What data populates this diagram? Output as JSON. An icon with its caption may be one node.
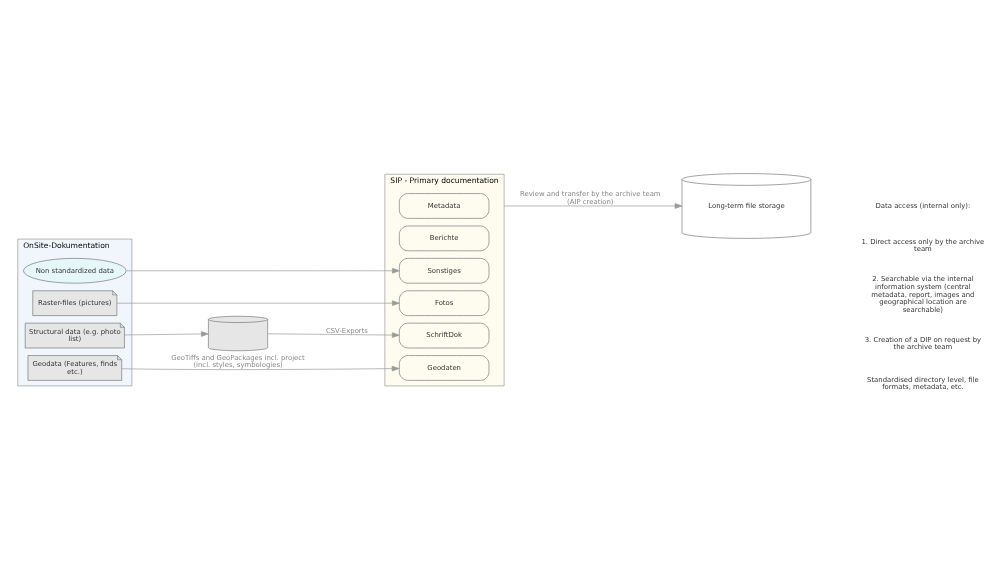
{
  "diagram": {
    "nodes": [
      {
        "text": [
          "OnSite-Dokumentation"
        ]
      },
      {
        "text": [
          "Non standardized data"
        ],
        "in": 0
      },
      {
        "text": [
          "Raster-files (pictures)"
        ],
        "in": 0
      },
      {
        "text": [
          "Structural data (e.g. photo list)"
        ],
        "in": 0
      },
      {
        "text": [
          "Geodata (Features, finds etc.)"
        ],
        "in": 0
      },
      {
        "text": [
          "Long-term file storage"
        ]
      },
      {
        "text": [],
        "shape": "cylinder"
      },
      {
        "text": [
          "SIP - Primary documentation"
        ]
      },
      {
        "text": [
          "Metadata"
        ],
        "in": 7
      },
      {
        "text": [
          "Berichte"
        ],
        "in": 7
      },
      {
        "text": [
          "Fotos"
        ],
        "in": 7
      },
      {
        "text": [
          "Geodaten"
        ],
        "in": 7
      },
      {
        "text": [
          "SchriftDok"
        ],
        "in": 7
      },
      {
        "text": [
          "Sonstiges"
        ],
        "in": 7
      }
    ],
    "edges": [
      {
        "from": 2,
        "to": 10,
        "arrow": "to"
      },
      {
        "from": 4,
        "to": 11,
        "label": "GeoTiffs and GeoPackages incl. project (incl. styles, symbologies)",
        "arrow": "to"
      },
      {
        "from": 3,
        "to": 6,
        "arrow": "to"
      },
      {
        "from": 6,
        "to": 12,
        "label": "CSV-Exports",
        "arrow": "to"
      },
      {
        "from": 1,
        "to": 13,
        "arrow": "to"
      },
      {
        "from": 7,
        "to": 5,
        "label": "Review and transfer by the archive team (AIP creation)",
        "arrow": "to"
      }
    ],
    "labels": [
      "Data access (internal only):",
      "1. Direct access only by the archive team",
      "2. Searchable via the internal information system (central metadata, report, images and geographical location are searchable)",
      "3. Creation of a DIP on request by the archive team",
      "Standardised directory level, file formats, metadata, etc."
    ]
  }
}
